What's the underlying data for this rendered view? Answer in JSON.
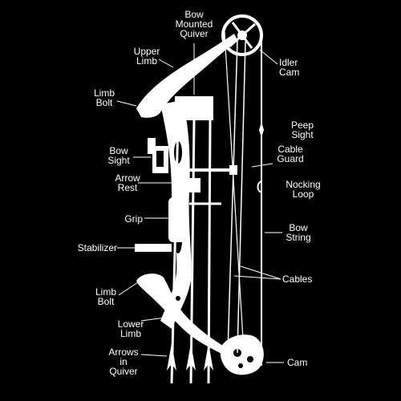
{
  "colors": {
    "background": "#000000",
    "foreground": "#ffffff"
  },
  "labels": {
    "bow_mounted_quiver": "Bow\nMounted\nQuiver",
    "upper_limb": "Upper\nLimb",
    "idler_cam": "Idler\nCam",
    "limb_bolt_upper": "Limb\nBolt",
    "peep_sight": "Peep\nSight",
    "bow_sight": "Bow\nSight",
    "cable_guard": "Cable\nGuard",
    "arrow_rest": "Arrow\nRest",
    "nocking_loop": "Nocking\nLoop",
    "grip": "Grip",
    "bow_string": "Bow\nString",
    "stabilizer": "Stabilizer",
    "cables": "Cables",
    "limb_bolt_lower": "Limb\nBolt",
    "lower_limb": "Lower\nLimb",
    "arrows_in_quiver": "Arrows\nin\nQuiver",
    "cam": "Cam"
  }
}
